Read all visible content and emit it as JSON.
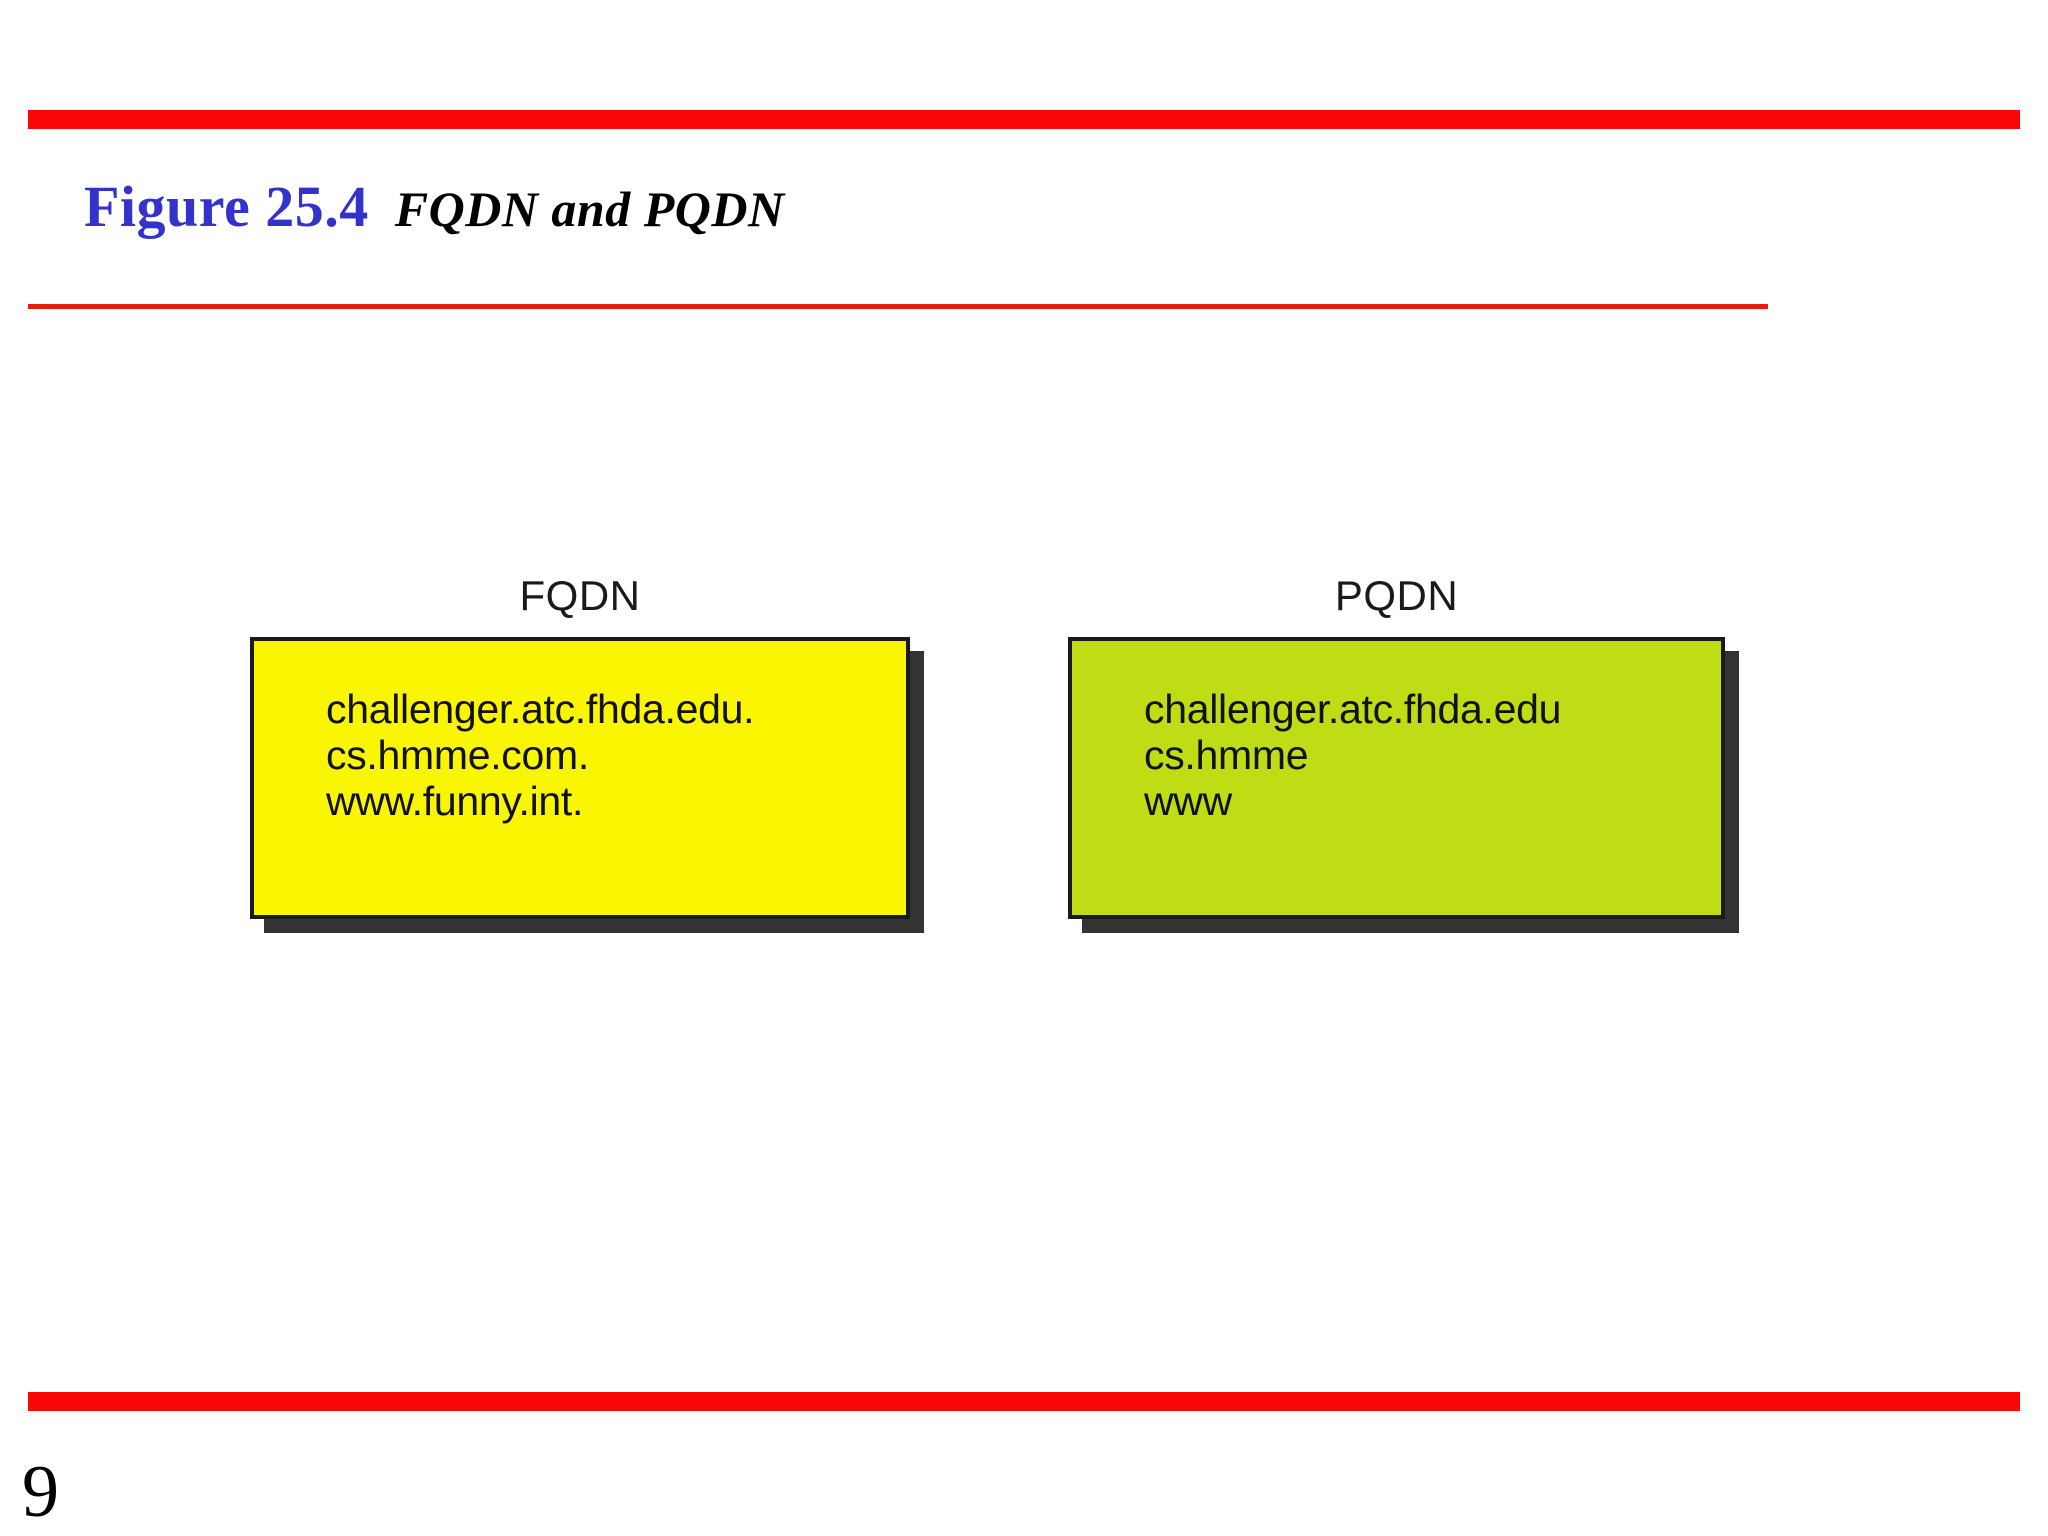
{
  "slide": {
    "title_prefix": "Figure 25.4",
    "title_caption": "FQDN and PQDN",
    "page_number": "9",
    "accent_rule_color": "#FA0808",
    "thin_rule_color": "#E81B14",
    "title_prefix_color": "#3333CC",
    "title_caption_color": "#000000"
  },
  "diagram": {
    "type": "labelled-boxes",
    "boxes": [
      {
        "label": "FQDN",
        "fill_color": "#FAF500",
        "border_color": "#1A1A1A",
        "shadow_color": "#333333",
        "lines": [
          "challenger.atc.fhda.edu.",
          "cs.hmme.com.",
          "www.funny.int."
        ]
      },
      {
        "label": "PQDN",
        "fill_color": "#BFDC14",
        "border_color": "#1A1A1A",
        "shadow_color": "#333333",
        "lines": [
          "challenger.atc.fhda.edu",
          "cs.hmme",
          "www"
        ]
      }
    ]
  }
}
